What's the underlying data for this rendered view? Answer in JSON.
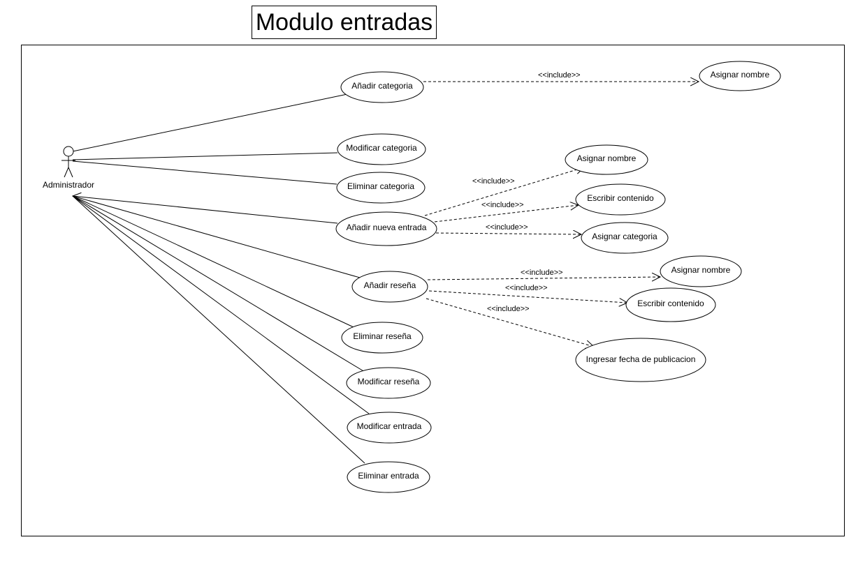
{
  "title": "Modulo entradas",
  "actor": {
    "name": "Administrador"
  },
  "use_cases": {
    "anadir_categoria": "Añadir categoria",
    "modificar_categoria": "Modificar categoria",
    "eliminar_categoria": "Eliminar categoria",
    "anadir_nueva_entrada": "Añadir nueva entrada",
    "anadir_resena": "Añadir reseña",
    "eliminar_resena": "Eliminar reseña",
    "modificar_resena": "Modificar reseña",
    "modificar_entrada": "Modificar entrada",
    "eliminar_entrada": "Eliminar entrada",
    "cat_asignar_nombre": "Asignar nombre",
    "ent_asignar_nombre": "Asignar nombre",
    "ent_escribir_contenido": "Escribir contenido",
    "ent_asignar_categoria": "Asignar categoria",
    "res_asignar_nombre": "Asignar nombre",
    "res_escribir_contenido": "Escribir contenido",
    "res_ingresar_fecha": "Ingresar fecha de publicacion"
  },
  "include_label": "<<include>>"
}
